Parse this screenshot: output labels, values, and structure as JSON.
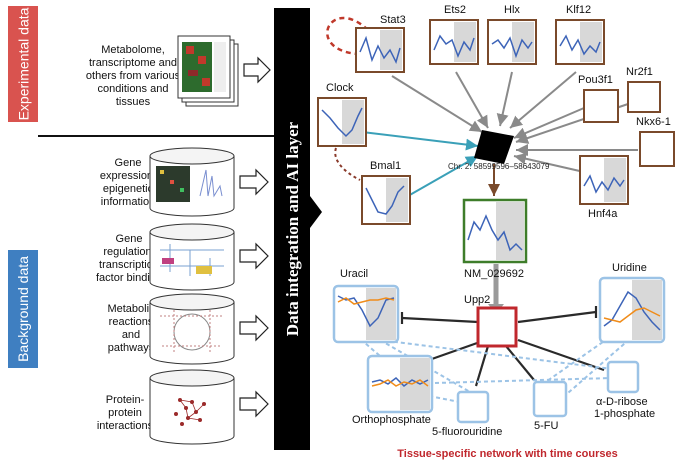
{
  "side_labels": {
    "experimental": "Experimental data",
    "background": "Background data"
  },
  "sources": {
    "metabolome": "Metabolome, transcriptome and others from various conditions and tissues",
    "gene_expression": "Gene expression, epigenetic information",
    "gene_regulation": "Gene regulation, transcription factor binding",
    "metabolic": "Metabolic reactions and pathways",
    "ppi": "Protein-protein interactions"
  },
  "ai_layer": "Data integration and AI layer",
  "regulators": {
    "stat3": "Stat3",
    "ets2": "Ets2",
    "hlx": "Hlx",
    "klf12": "Klf12",
    "pou3f1": "Pou3f1",
    "nr2f1": "Nr2f1",
    "nkx6_1": "Nkx6-1",
    "clock": "Clock",
    "bmal1": "Bmal1",
    "hnf4a": "Hnf4a"
  },
  "locus": "Chr. 2: 58599596–58643079",
  "gene": "NM_029692",
  "metabolites": {
    "uracil": "Uracil",
    "uridine": "Uridine",
    "upp2": "Upp2",
    "orthophosphate": "Orthophosphate",
    "fluorouridine": "5-fluorouridine",
    "fu": "5-FU",
    "ribose_line1": "α-D-ribose",
    "ribose_line2": "1-phosphate"
  },
  "footer": "Tissue-specific network with time courses",
  "colors": {
    "experimental_label": "#d9534f",
    "background_label": "#3f7fc1",
    "ai_bar": "#000000",
    "regulator_border": "#7a4a2b",
    "gene_border": "#3e7d2a",
    "enzyme_border": "#c0272d",
    "metabolite_border": "#9cc3e6",
    "curve": "#3d64b8",
    "cyan_arrow": "#3aa0b8",
    "footer_text": "#c0272d"
  }
}
